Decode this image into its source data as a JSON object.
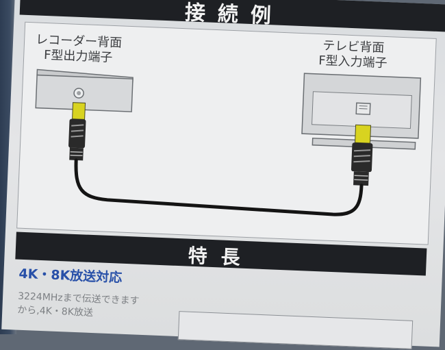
{
  "connection_section": {
    "title": "接続例",
    "recorder_label_line1": "レコーダー背面",
    "recorder_label_line2": "F型出力端子",
    "tv_label_line1": "テレビ背面",
    "tv_label_line2": "F型入力端子"
  },
  "features_section": {
    "title": "特長",
    "heading": "4K・8K放送対応",
    "description_line1": "3224MHzまで伝送できます",
    "description_line2": "から,4K・8K放送"
  },
  "colors": {
    "band": "#1e2024",
    "heading_blue": "#2850a8",
    "plug_yellow": "#d8d320",
    "cable": "#141414"
  }
}
